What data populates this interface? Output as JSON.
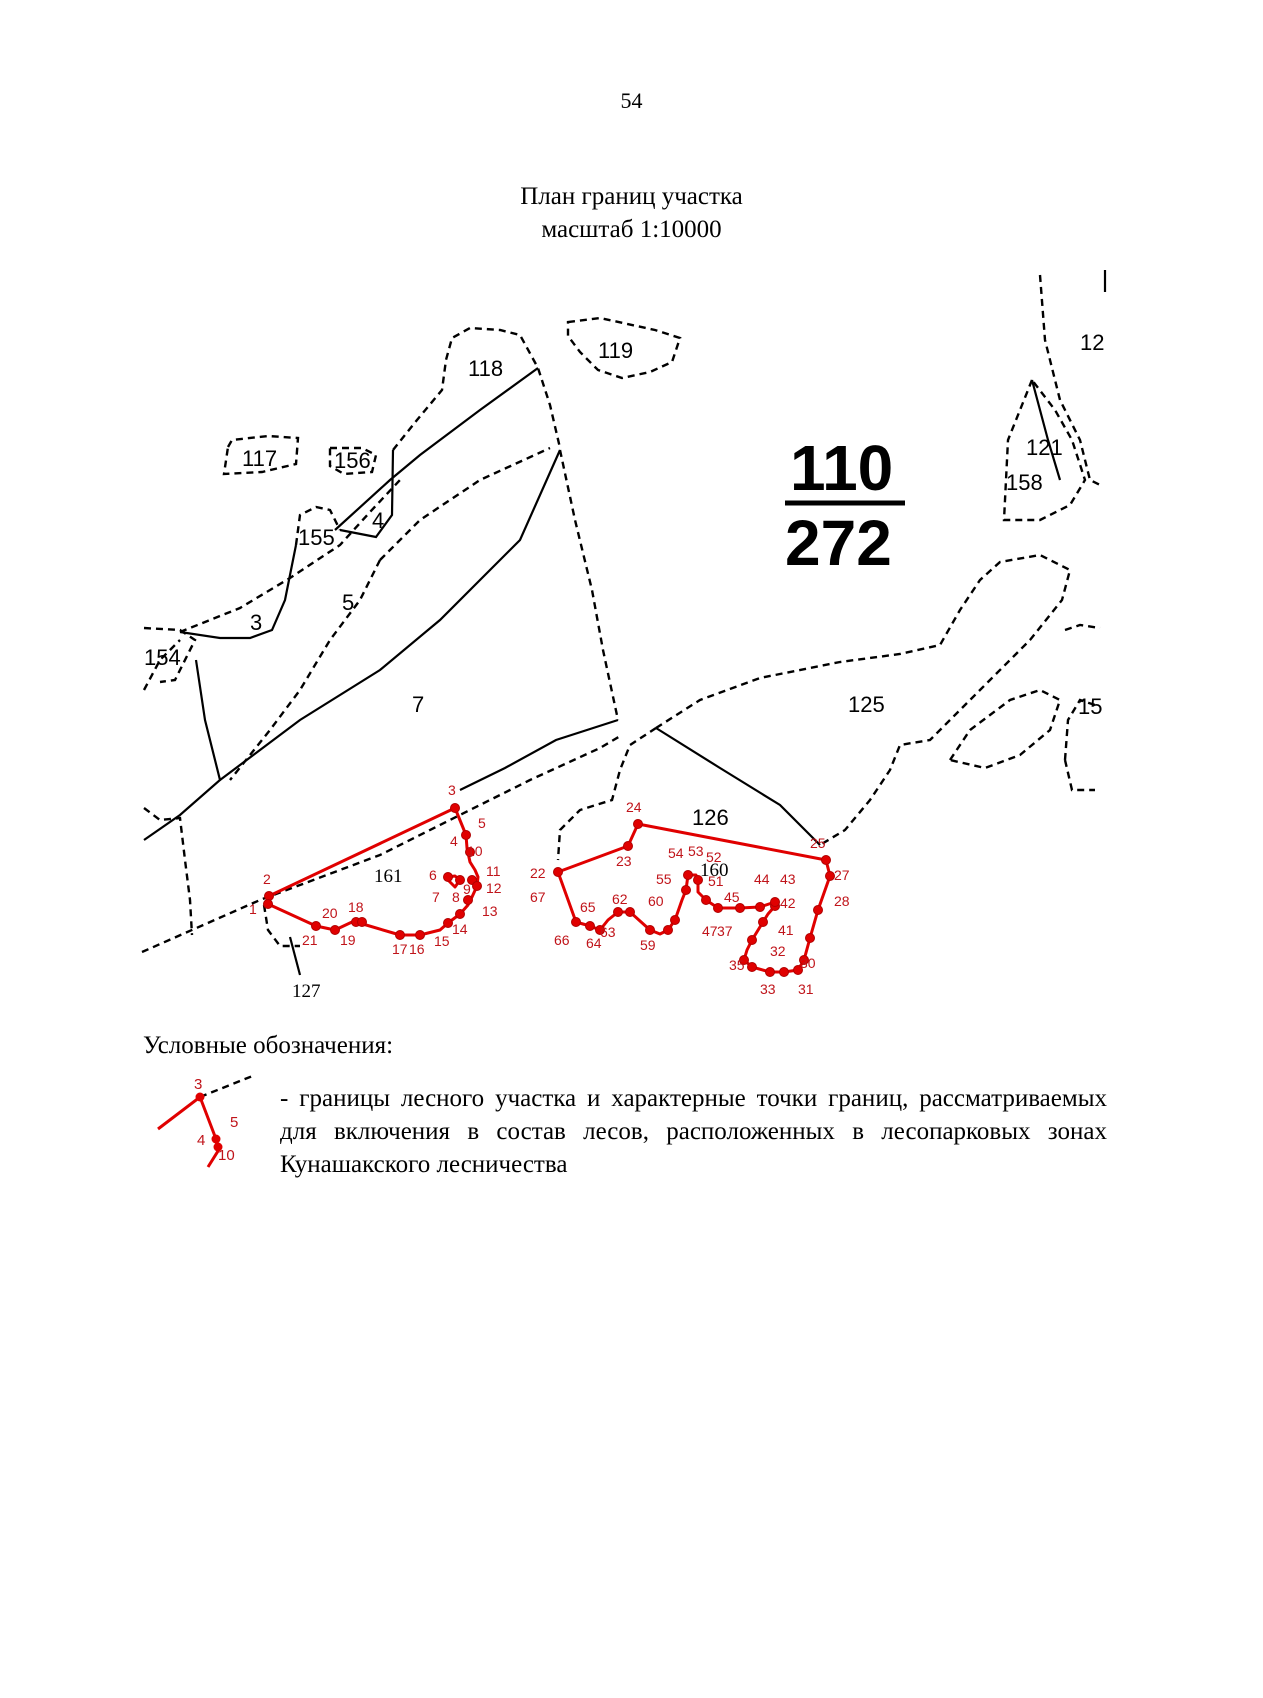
{
  "page_number": "54",
  "title": {
    "line1": "План границ участка",
    "line2": "масштаб 1:10000"
  },
  "map": {
    "quarter_number": "110",
    "quarter_area": "272",
    "plot_labels": [
      "118",
      "119",
      "117",
      "156",
      "4",
      "155",
      "5",
      "3",
      "154",
      "7",
      "125",
      "126",
      "121",
      "158",
      "12",
      "15",
      "161",
      "160",
      "127"
    ],
    "boundary_color": "#e00000",
    "point_color": "#c0141a",
    "point_labels": [
      "1",
      "2",
      "3",
      "4",
      "5",
      "6",
      "7",
      "8",
      "9",
      "10",
      "11",
      "12",
      "13",
      "14",
      "15",
      "16",
      "17",
      "18",
      "19",
      "20",
      "21",
      "22",
      "23",
      "24",
      "25",
      "27",
      "28",
      "30",
      "31",
      "32",
      "33",
      "35",
      "37",
      "41",
      "42",
      "43",
      "44",
      "45",
      "47",
      "51",
      "52",
      "53",
      "54",
      "55",
      "59",
      "60",
      "62",
      "63",
      "64",
      "65",
      "66",
      "67"
    ]
  },
  "legend": {
    "title": "Условные обозначения:",
    "icon_labels": [
      "3",
      "5",
      "4",
      "10"
    ],
    "description": "- границы лесного участка и характерные точки границ, рассматриваемых для включения в состав лесов, расположенных в лесопарковых зонах Кунашакского лесничества"
  }
}
